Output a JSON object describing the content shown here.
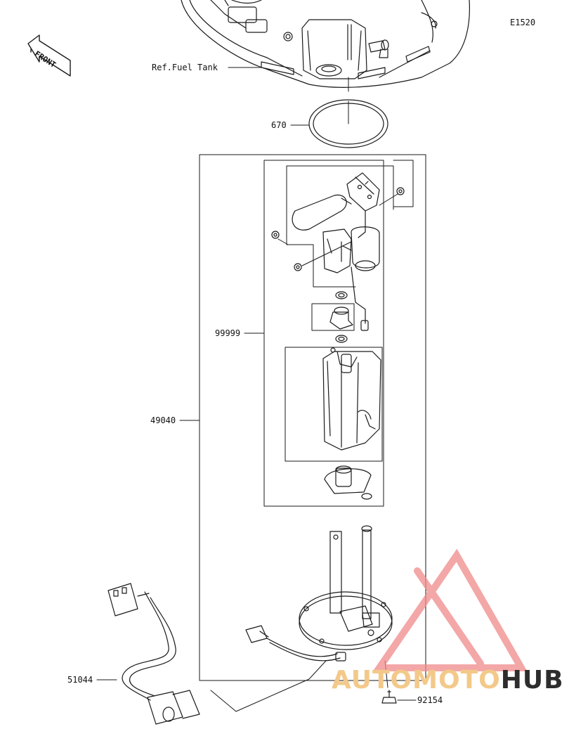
{
  "diagram": {
    "code": "E1520",
    "front_label": "FRONT",
    "parts": {
      "fuel_tank": "Ref.Fuel Tank",
      "gasket": "670",
      "pump_subassy": "99999",
      "pump_assy": "49040",
      "harness": "51044",
      "bolt": "92154"
    }
  },
  "watermark": {
    "part1": "AUTO",
    "part2": "MOTO",
    "part3": "HUB",
    "colors": {
      "part1": "#f3c98a",
      "part2": "#f3c98a",
      "part3": "#2d2d2d",
      "logo": "#f08a8a"
    }
  }
}
